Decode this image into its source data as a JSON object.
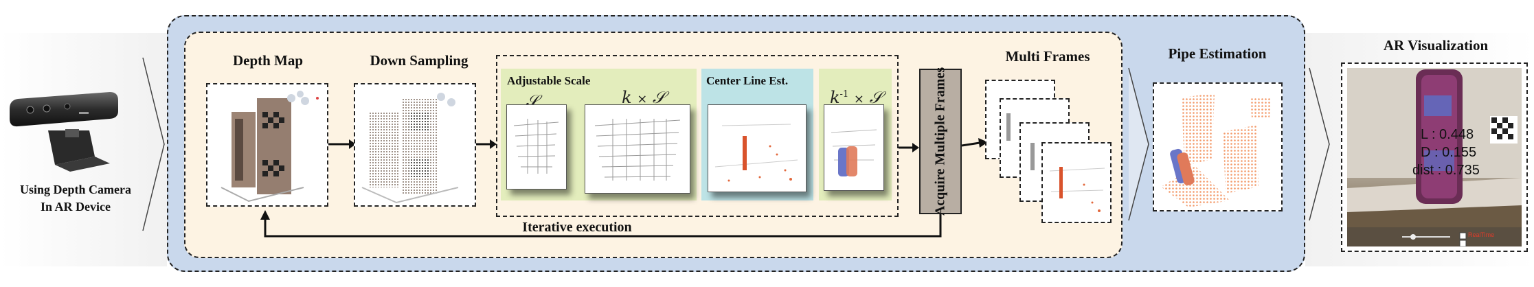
{
  "stages": {
    "camera_caption": "Using Depth Camera\nIn AR Device",
    "depth_map": "Depth Map",
    "down_sampling": "Down Sampling",
    "adjustable_scale": "Adjustable Scale",
    "center_line": "Center Line Est.",
    "acquire": "Acquire Multiple Frames",
    "multi_frames": "Multi Frames",
    "pipe_estimation": "Pipe Estimation",
    "ar_visualization": "AR Visualization",
    "iterative": "Iterative execution"
  },
  "math": {
    "s": "𝒮",
    "ks_k": "k",
    "ks_times": "×",
    "ks_s": "𝒮",
    "kinv_k": "k",
    "kinv_exp": "-1",
    "kinv_times": "×",
    "kinv_s": "𝒮"
  },
  "ar_overlay": {
    "l": "L : 0.448",
    "d": "D : 0.155",
    "dist": "dist : 0.735",
    "realtime": "RealTime",
    "fps": "",
    "check2": ""
  },
  "colors": {
    "outer_bg": "#c9d8ec",
    "inner_bg": "#fdf3e3",
    "scale_bg": "#e3edbc",
    "center_bg": "#bde3e6",
    "acquire_bg": "#b8aea3",
    "pipe_points": "#f39a6a"
  }
}
